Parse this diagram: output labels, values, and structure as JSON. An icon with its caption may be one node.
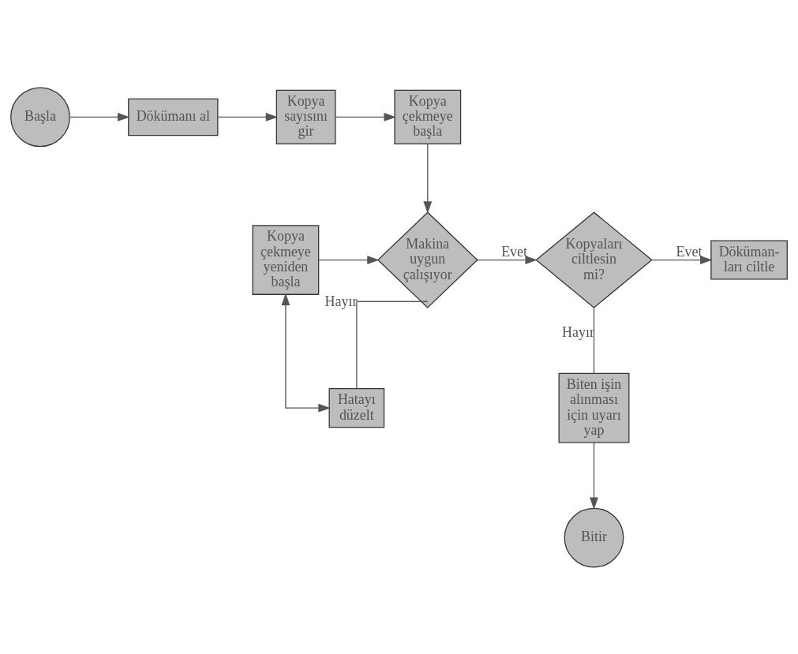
{
  "diagram": {
    "nodes": [
      {
        "text": [
          "Başla"
        ]
      },
      {
        "text": [
          "Dökümanı al"
        ]
      },
      {
        "text": [
          "Kopya sayısını gir"
        ]
      },
      {
        "text": [
          "Kopya çekmeye başla"
        ]
      },
      {
        "text": [
          "Kopya çekmeye yeniden başla"
        ]
      },
      {
        "text": [
          "Makina uygun çalışıyor"
        ]
      },
      {
        "text": [
          "Kopyaları ciltlesin mi?"
        ]
      },
      {
        "text": [
          "Döküman- ları ciltle"
        ]
      },
      {
        "text": [
          "Hatayı düzelt"
        ]
      },
      {
        "text": [
          "Biten işin alınması için uyarı yap"
        ]
      },
      {
        "text": [
          "Bitir"
        ]
      }
    ],
    "edges": [
      {
        "from": 0,
        "to": 1,
        "arrow": "to"
      },
      {
        "from": 1,
        "to": 2,
        "arrow": "to"
      },
      {
        "from": 2,
        "to": 3,
        "arrow": "to"
      },
      {
        "from": 3,
        "to": 5,
        "arrow": "to"
      },
      {
        "from": 4,
        "to": 5,
        "arrow": "to"
      },
      {
        "from": 5,
        "to": 6,
        "label": "Evet",
        "arrow": "to"
      },
      {
        "from": 6,
        "to": 7,
        "label": "Evet",
        "arrow": "to"
      },
      {
        "from": 5,
        "to": 8,
        "label": "Hayır",
        "arrow": "none"
      },
      {
        "from": 8,
        "to": 4,
        "arrow": "both"
      },
      {
        "from": 6,
        "to": 9,
        "label": "Hayır",
        "arrow": "none"
      },
      {
        "from": 9,
        "to": 10,
        "arrow": "to"
      }
    ]
  }
}
